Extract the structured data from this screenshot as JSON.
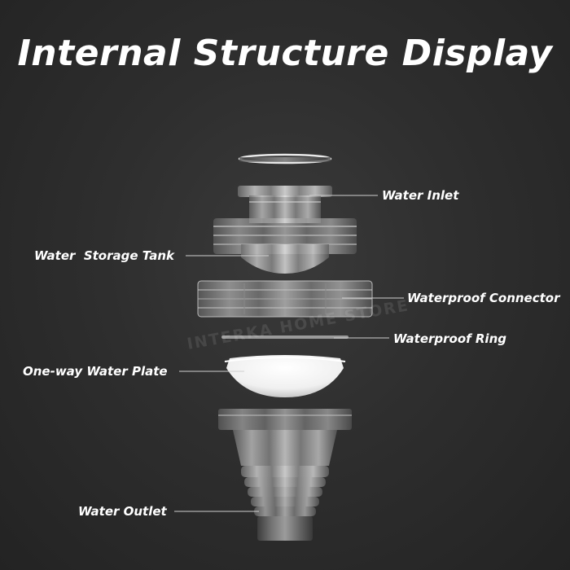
{
  "title": "Internal Structure Display",
  "watermark": "INTERKA HOME STORE",
  "colors": {
    "background": "#2e2e2e",
    "text": "#ffffff",
    "leader_line": "#cfcfcf"
  },
  "parts": [
    {
      "id": "water-inlet",
      "label": "Water Inlet"
    },
    {
      "id": "water-storage-tank",
      "label": "Water  Storage Tank"
    },
    {
      "id": "waterproof-connector",
      "label": "Waterproof Connector"
    },
    {
      "id": "waterproof-ring",
      "label": "Waterproof Ring"
    },
    {
      "id": "one-way-water-plate",
      "label": "One-way Water Plate"
    },
    {
      "id": "water-outlet",
      "label": "Water Outlet"
    }
  ]
}
